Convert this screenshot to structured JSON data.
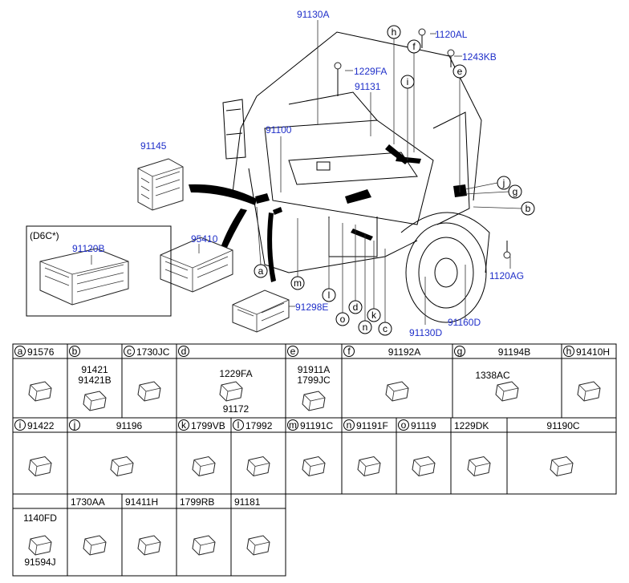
{
  "truck_labels": {
    "l91130A": "91130A",
    "l1120AL": "1120AL",
    "l1243KB": "1243KB",
    "l1229FA": "1229FA",
    "l91131": "91131",
    "l91100": "91100",
    "l91145": "91145",
    "l95410": "95410",
    "l91120B": "91120B",
    "d6c": "(D6C*)",
    "l91298E": "91298E",
    "l91130D": "91130D",
    "l91160D": "91160D",
    "l1120AG": "1120AG"
  },
  "callouts": {
    "h": "h",
    "f": "f",
    "i": "i",
    "e": "e",
    "j": "j",
    "g": "g",
    "b": "b",
    "a": "a",
    "m": "m",
    "l": "l",
    "o": "o",
    "d": "d",
    "n": "n",
    "k": "k",
    "c": "c"
  },
  "table": {
    "row1": [
      {
        "letter": "a",
        "part": "91576"
      },
      {
        "letter": "b",
        "part": "",
        "sub": [
          "91421",
          "91421B"
        ]
      },
      {
        "letter": "c",
        "part": "1730JC"
      },
      {
        "letter": "d",
        "part": "",
        "sub": [
          "1229FA",
          "91172"
        ]
      },
      {
        "letter": "e",
        "part": "",
        "sub": [
          "91911A",
          "1799JC"
        ]
      },
      {
        "letter": "f",
        "part": "91192A"
      },
      {
        "letter": "g",
        "part": "91194B",
        "sub": [
          "1338AC"
        ]
      },
      {
        "letter": "h",
        "part": "91410H"
      }
    ],
    "row2": [
      {
        "letter": "i",
        "part": "91422"
      },
      {
        "letter": "j",
        "part": "91196"
      },
      {
        "letter": "k",
        "part": "1799VB"
      },
      {
        "letter": "l",
        "part": "17992"
      },
      {
        "letter": "m",
        "part": "91191C"
      },
      {
        "letter": "n",
        "part": "91191F"
      },
      {
        "letter": "o",
        "part": "91119"
      },
      {
        "letter": "",
        "part": "1229DK"
      },
      {
        "letter": "",
        "part": "91190C"
      }
    ],
    "row3": [
      {
        "letter": "",
        "part": "",
        "sub": [
          "1140FD",
          "91594J"
        ]
      },
      {
        "letter": "",
        "part": "1730AA"
      },
      {
        "letter": "",
        "part": "91411H"
      },
      {
        "letter": "",
        "part": "1799RB"
      },
      {
        "letter": "",
        "part": "91181"
      }
    ]
  }
}
